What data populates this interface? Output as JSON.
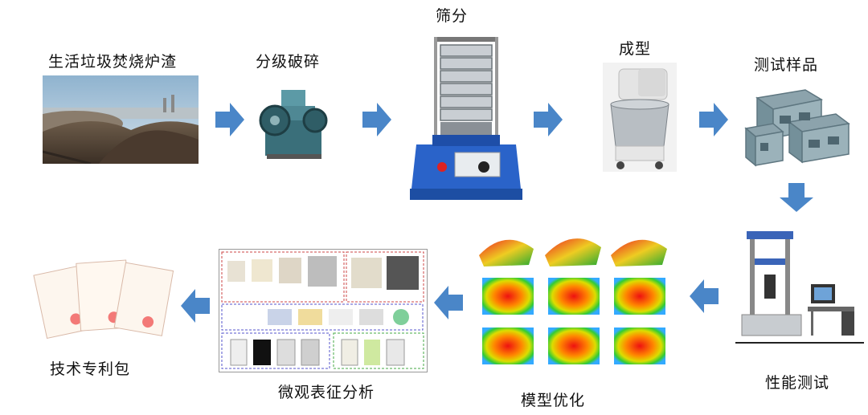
{
  "steps": {
    "raw": "生活垃圾焚烧炉渣",
    "crush": "分级破碎",
    "sieve": "筛分",
    "mold": "成型",
    "sample": "测试样品",
    "perf": "性能测试",
    "model": "模型优化",
    "micro": "微观表征分析",
    "patent": "技术专利包"
  },
  "colors": {
    "arrow": "#4a86c8",
    "machine_blue": "#2a63c9"
  }
}
